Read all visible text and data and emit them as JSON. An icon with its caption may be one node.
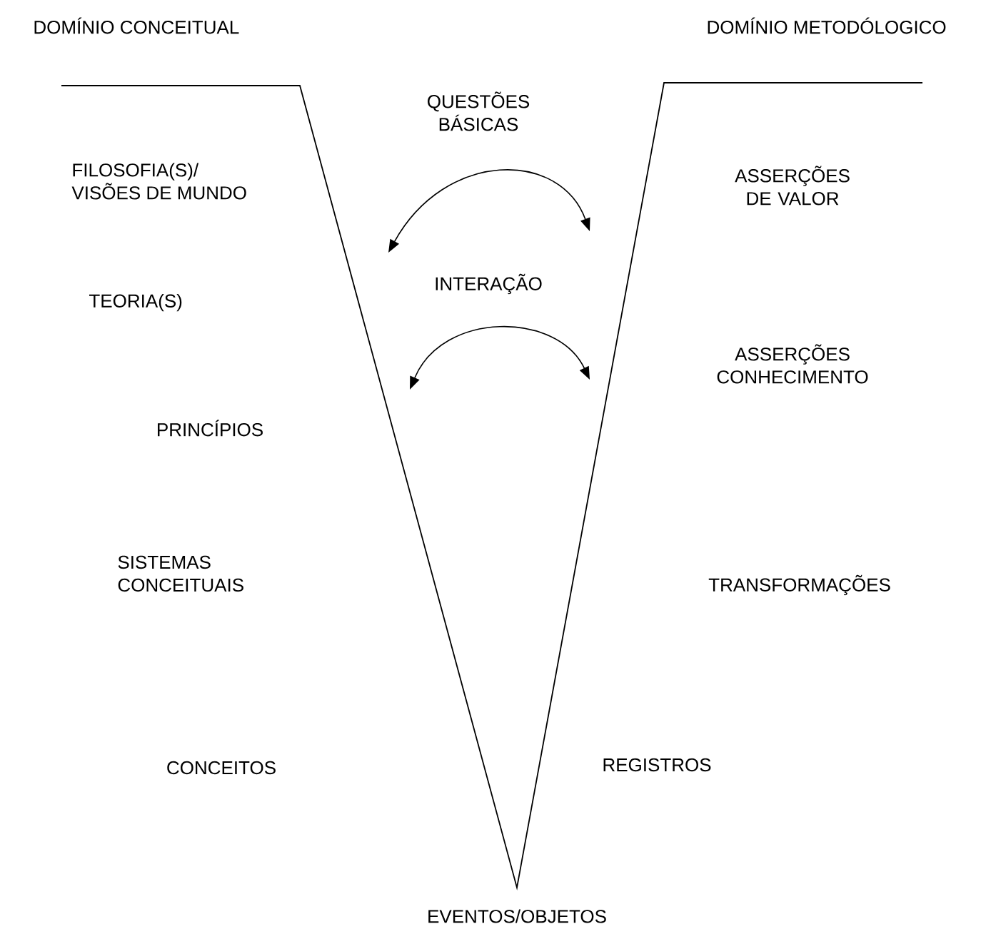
{
  "diagram": {
    "labels": [
      "DOMÍNIO CONCEITUAL",
      "DOMÍNIO METODÓLOGICO",
      "QUESTÕES BÁSICAS",
      "FILOSOFIA(S)/ VISÕES DE MUNDO",
      "ASSERÇÕES DE VALOR",
      "TEORIA(S)",
      "INTERAÇÃO",
      "ASSERÇÕES CONHECIMENTO",
      "PRINCÍPIOS",
      "SISTEMAS CONCEITUAIS",
      "TRANSFORMAÇÕES",
      "CONCEITOS",
      "REGISTROS",
      "EVENTOS/OBJETOS"
    ]
  }
}
